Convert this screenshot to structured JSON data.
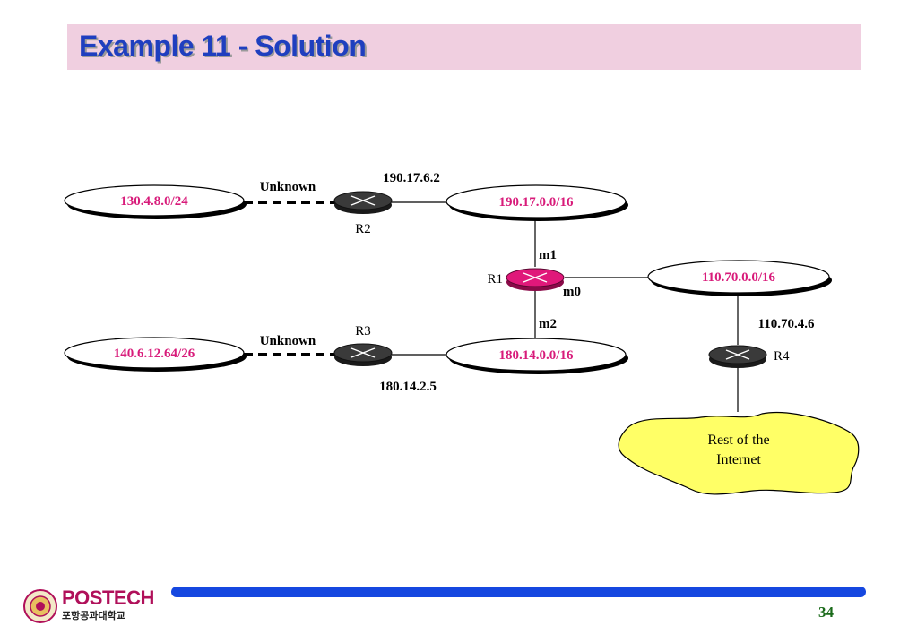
{
  "title": "Example 11 - Solution",
  "networks": {
    "n1": "130.4.8.0/24",
    "n2": "190.17.0.0/16",
    "n3": "110.70.0.0/16",
    "n4": "140.6.12.64/26",
    "n5": "180.14.0.0/16"
  },
  "routers": {
    "r1": "R1",
    "r2": "R2",
    "r3": "R3",
    "r4": "R4"
  },
  "links": {
    "unknown_top": "Unknown",
    "unknown_bottom": "Unknown",
    "addr_r2": "190.17.6.2",
    "addr_r3": "180.14.2.5",
    "addr_r4": "110.70.4.6",
    "m0": "m0",
    "m1": "m1",
    "m2": "m2"
  },
  "cloud": {
    "line1": "Rest of the",
    "line2": "Internet"
  },
  "footer": {
    "logo": "POSTECH",
    "logo_sub": "포항공과대학교",
    "page": "34"
  },
  "colors": {
    "title": "#1f3fbf",
    "title_bar": "#f0cfe0",
    "network_text": "#d81b7a",
    "r1": "#e0187a",
    "router": "#3a3a3a",
    "cloud": "#ffff66",
    "footer_bar": "#1547e0"
  }
}
